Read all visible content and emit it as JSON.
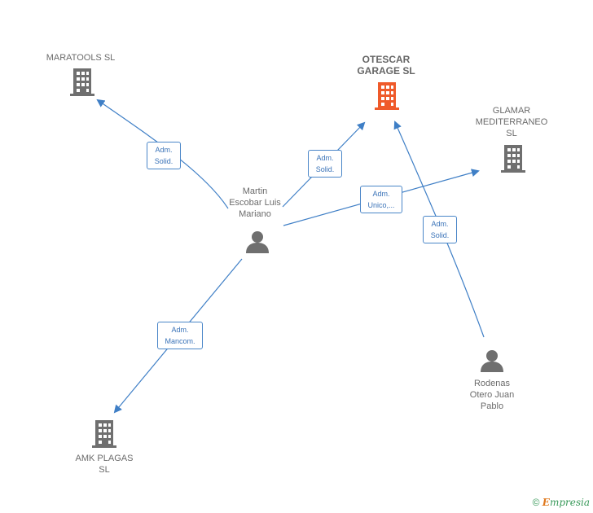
{
  "nodes": {
    "maratools": {
      "label": "MARATOOLS  SL"
    },
    "otescar": {
      "label": "OTESCAR\nGARAGE  SL"
    },
    "glamar": {
      "label": "GLAMAR\nMEDITERRANEO\nSL"
    },
    "martin": {
      "label": "Martin\nEscobar Luis\nMariano"
    },
    "amk": {
      "label": "AMK PLAGAS\nSL"
    },
    "rodenas": {
      "label": "Rodenas\nOtero Juan\nPablo"
    }
  },
  "edges": {
    "e1": {
      "label": "Adm.\nSolid."
    },
    "e2": {
      "label": "Adm.\nSolid."
    },
    "e3": {
      "label": "Adm.\nUnico,..."
    },
    "e4": {
      "label": "Adm.\nSolid."
    },
    "e5": {
      "label": "Adm.\nMancom."
    }
  },
  "colors": {
    "edge": "#3f7fc6",
    "building": "#6f6f6f",
    "building_focus": "#ef5a2a",
    "person": "#6f6f6f"
  },
  "brand": {
    "copyright": "©",
    "name_initial": "E",
    "name_rest": "mpresia"
  }
}
